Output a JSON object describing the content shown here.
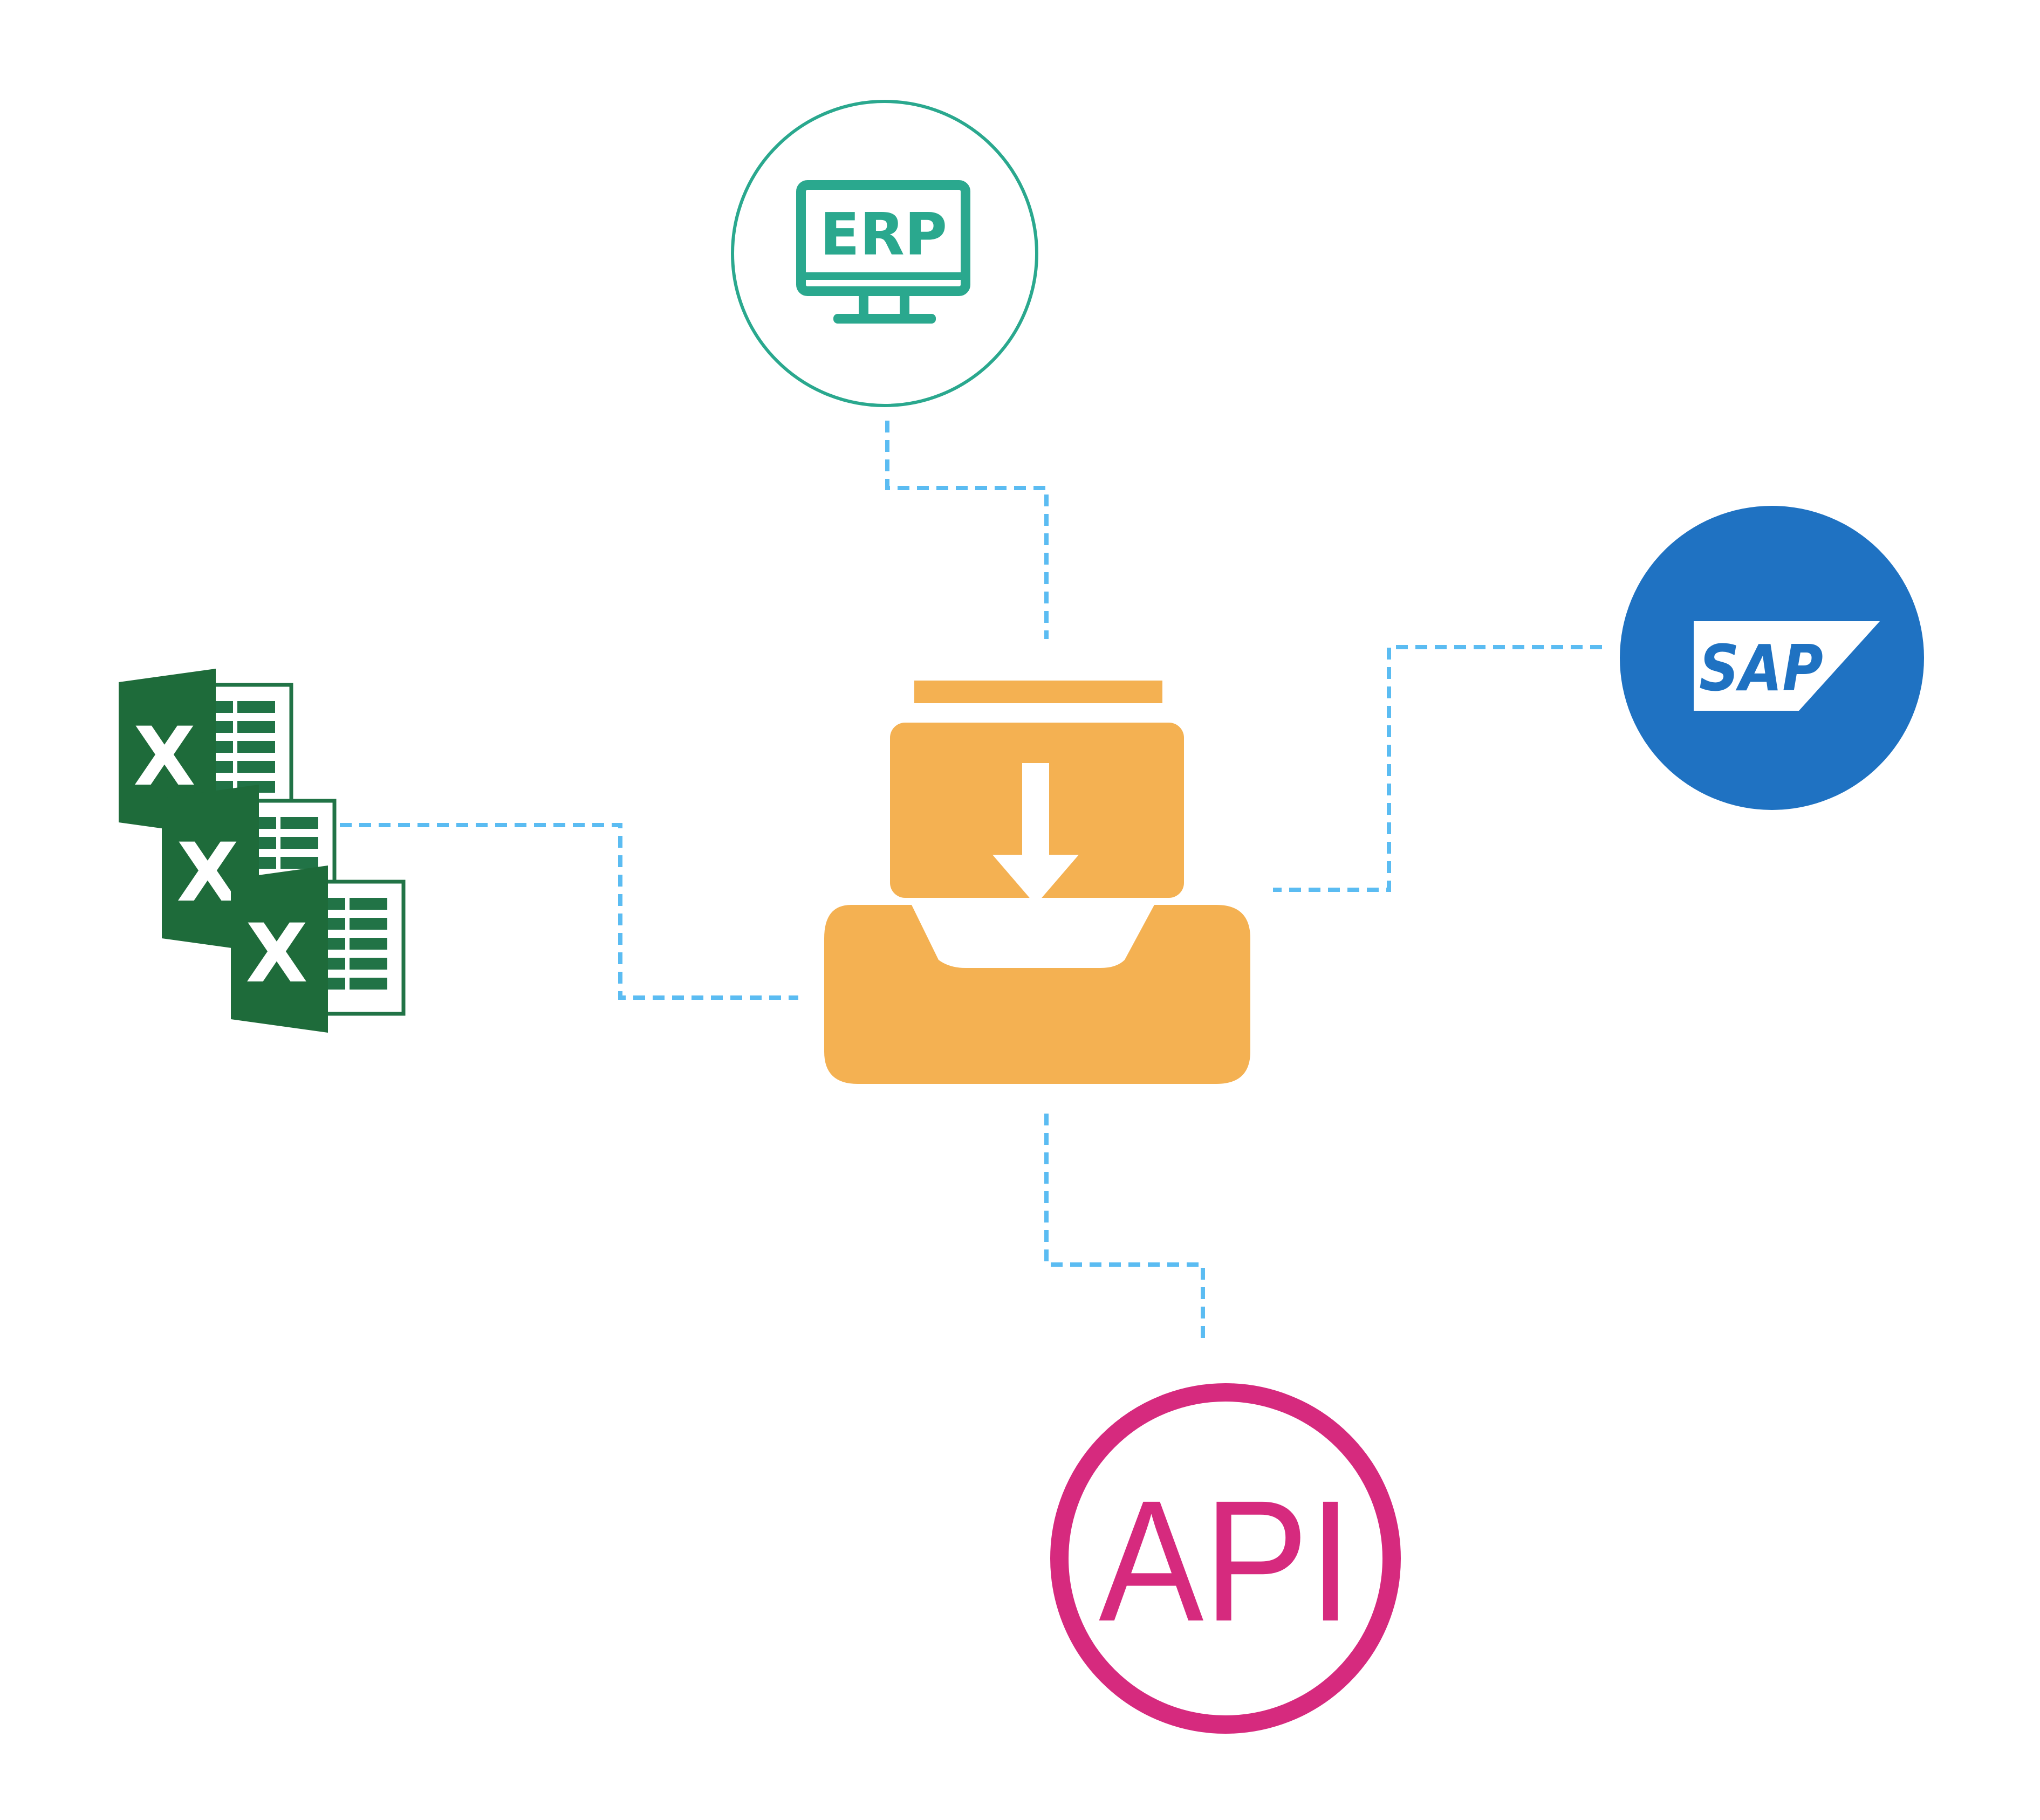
{
  "colors": {
    "background": "#ffffff",
    "connector": "#5bbcf2",
    "inbox": "#f4b152",
    "erp": "#2aa88e",
    "sap": "#1f72c2",
    "api": "#d62a7e",
    "excel_dark": "#1e6b3a",
    "excel_mid": "#217346"
  },
  "nodes": {
    "center": {
      "icon": "inbox-download-icon"
    },
    "erp": {
      "icon": "desktop-monitor-icon",
      "label": "ERP"
    },
    "sap": {
      "icon": "sap-logo-icon",
      "label": "SAP"
    },
    "api": {
      "icon": "api-circle-icon",
      "label": "API"
    },
    "excel": {
      "icon": "excel-files-icon",
      "count": 3,
      "letter": "X"
    }
  }
}
